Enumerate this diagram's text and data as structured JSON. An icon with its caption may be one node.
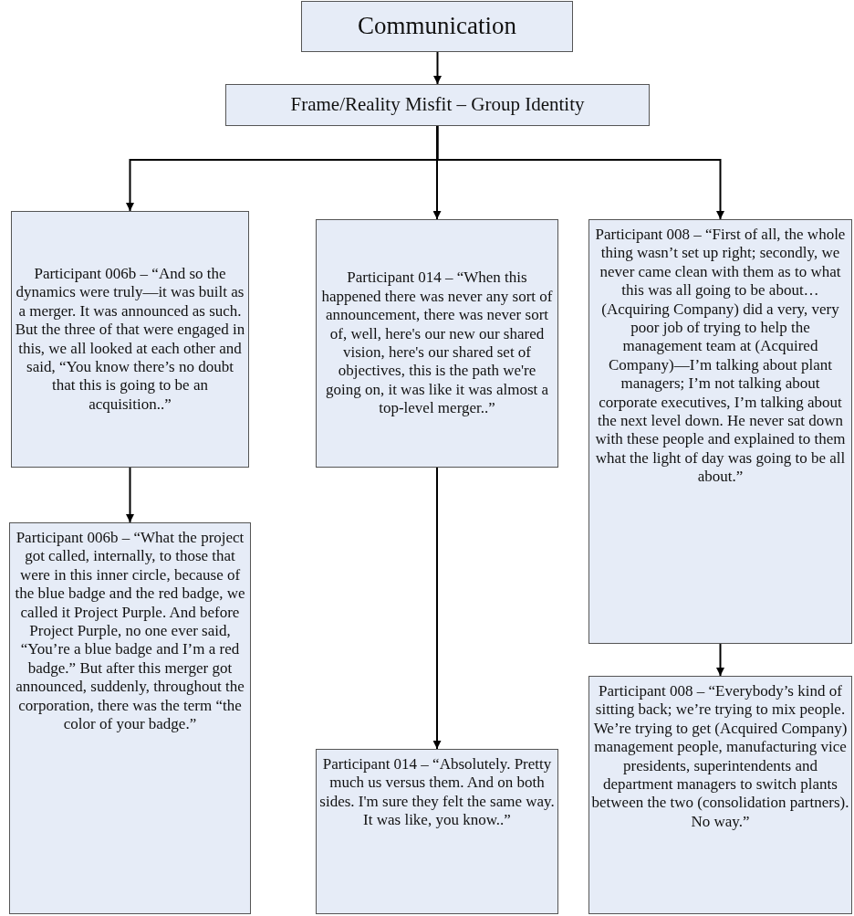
{
  "diagram": {
    "nodes": [
      {
        "text": [
          "Communication"
        ]
      },
      {
        "text": [
          "Frame/Reality Misfit – Group Identity"
        ]
      },
      {
        "text": [
          "Participant 006b – “And so the dynamics were truly—it was built as a merger.  It was announced as such.  But the three of that were engaged in this, we all looked at each other and said, “You know there’s no doubt that this is going to be an acquisition..”"
        ]
      },
      {
        "text": [
          "Participant 014 – “When this happened there was never any sort of announcement, there was never sort of, well, here's our new our shared vision, here's our shared set of objectives, this is the path we're going on, it was like it was almost a top-level merger..”"
        ]
      },
      {
        "text": [
          "Participant 008 – “First of all, the whole thing wasn’t set up right; secondly, we never came clean with them as to what this was all going to be about…(Acquiring Company) did a very, very poor job of trying to help the management team at (Acquired Company)—I’m talking about plant managers; I’m not talking about corporate executives, I’m talking about the next level down. He never sat down with these people and explained to them what the light of day was going to be all about.”"
        ]
      },
      {
        "text": [
          "Participant 006b – “What the project got called, internally, to those that were in this inner circle, because of the blue badge and the red badge, we called it Project Purple.  And before Project Purple, no one ever said, “You’re a blue badge and I’m a red badge.”  But after this merger got announced, suddenly, throughout the corporation, there was the term “the color of your badge.”"
        ]
      },
      {
        "text": [
          "Participant 014 – “Absolutely.  Pretty much us versus them.  And on both sides.  I'm sure they felt the same way.  It was like, you know..”"
        ]
      },
      {
        "text": [
          "Participant 008 – “Everybody’s kind of sitting back; we’re trying to mix people.  We’re trying to get (Acquired Company) management people, manufacturing vice presidents, superintendents and department managers to switch plants between the two (consolidation partners).  No way.”"
        ]
      }
    ],
    "edges": [
      {
        "from": 0,
        "to": 1,
        "arrow": "to"
      },
      {
        "from": 1,
        "to": 2,
        "arrow": "to"
      },
      {
        "from": 1,
        "to": 3,
        "arrow": "to"
      },
      {
        "from": 1,
        "to": 4,
        "arrow": "to"
      },
      {
        "from": 2,
        "to": 5,
        "arrow": "to"
      },
      {
        "from": 3,
        "to": 6,
        "arrow": "to"
      },
      {
        "from": 4,
        "to": 7,
        "arrow": "to"
      }
    ]
  }
}
